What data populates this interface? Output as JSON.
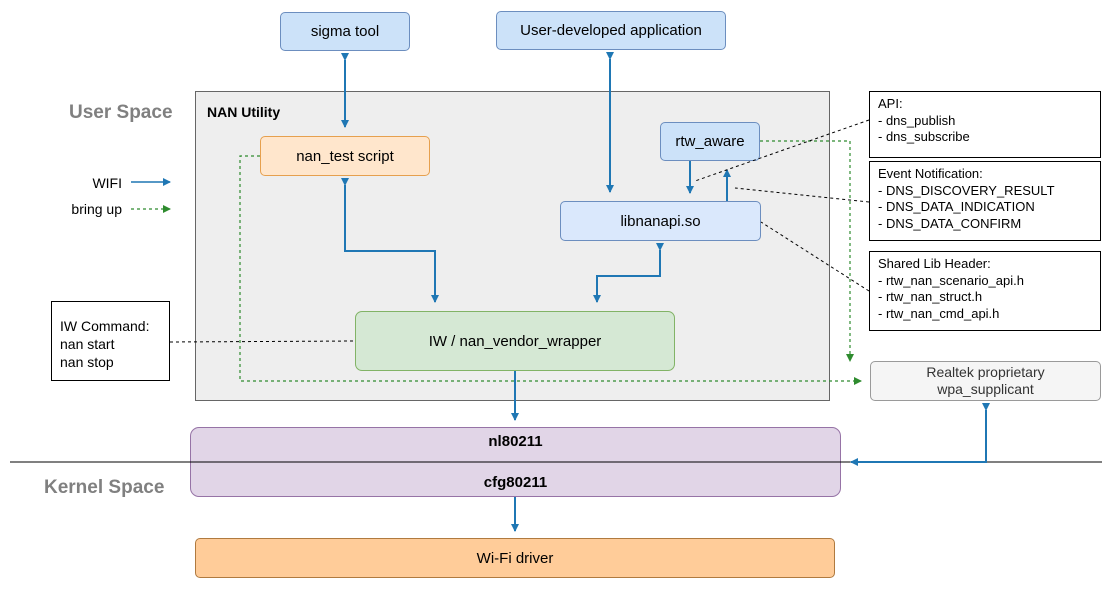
{
  "labels": {
    "user_space": "User Space",
    "kernel_space": "Kernel Space",
    "nan_utility": "NAN Utility"
  },
  "legend": {
    "wifi": "WIFI",
    "bring_up": "bring up"
  },
  "nodes": {
    "sigma_tool": "sigma tool",
    "user_app": "User-developed application",
    "nan_test_script": "nan_test script",
    "rtw_aware": "rtw_aware",
    "libnanapi": "libnanapi.so",
    "iw_wrapper": "IW / nan_vendor_wrapper",
    "realtek_line1": "Realtek proprietary",
    "realtek_line2": "wpa_supplicant",
    "nl80211": "nl80211",
    "cfg80211": "cfg80211",
    "wifi_driver": "Wi-Fi driver"
  },
  "notes": {
    "api": [
      "API:",
      "- dns_publish",
      "- dns_subscribe"
    ],
    "event_notification": [
      "Event Notification:",
      "- DNS_DISCOVERY_RESULT",
      "- DNS_DATA_INDICATION",
      "- DNS_DATA_CONFIRM"
    ],
    "shared_lib_header": [
      "Shared Lib Header:",
      "- rtw_nan_scenario_api.h",
      "- rtw_nan_struct.h",
      "- rtw_nan_cmd_api.h"
    ],
    "iw_command": [
      "IW Command:",
      "nan start",
      "nan stop"
    ]
  },
  "colors": {
    "wifi_arrow": "#1f77b4",
    "bringup_arrow": "#2e8b2e",
    "blue_fill": "#dae8fc",
    "orange_fill": "#ffe6cc",
    "green_fill": "#d5e8d4",
    "purple_fill": "#e1d5e7",
    "driver_fill": "#ffcc99"
  }
}
